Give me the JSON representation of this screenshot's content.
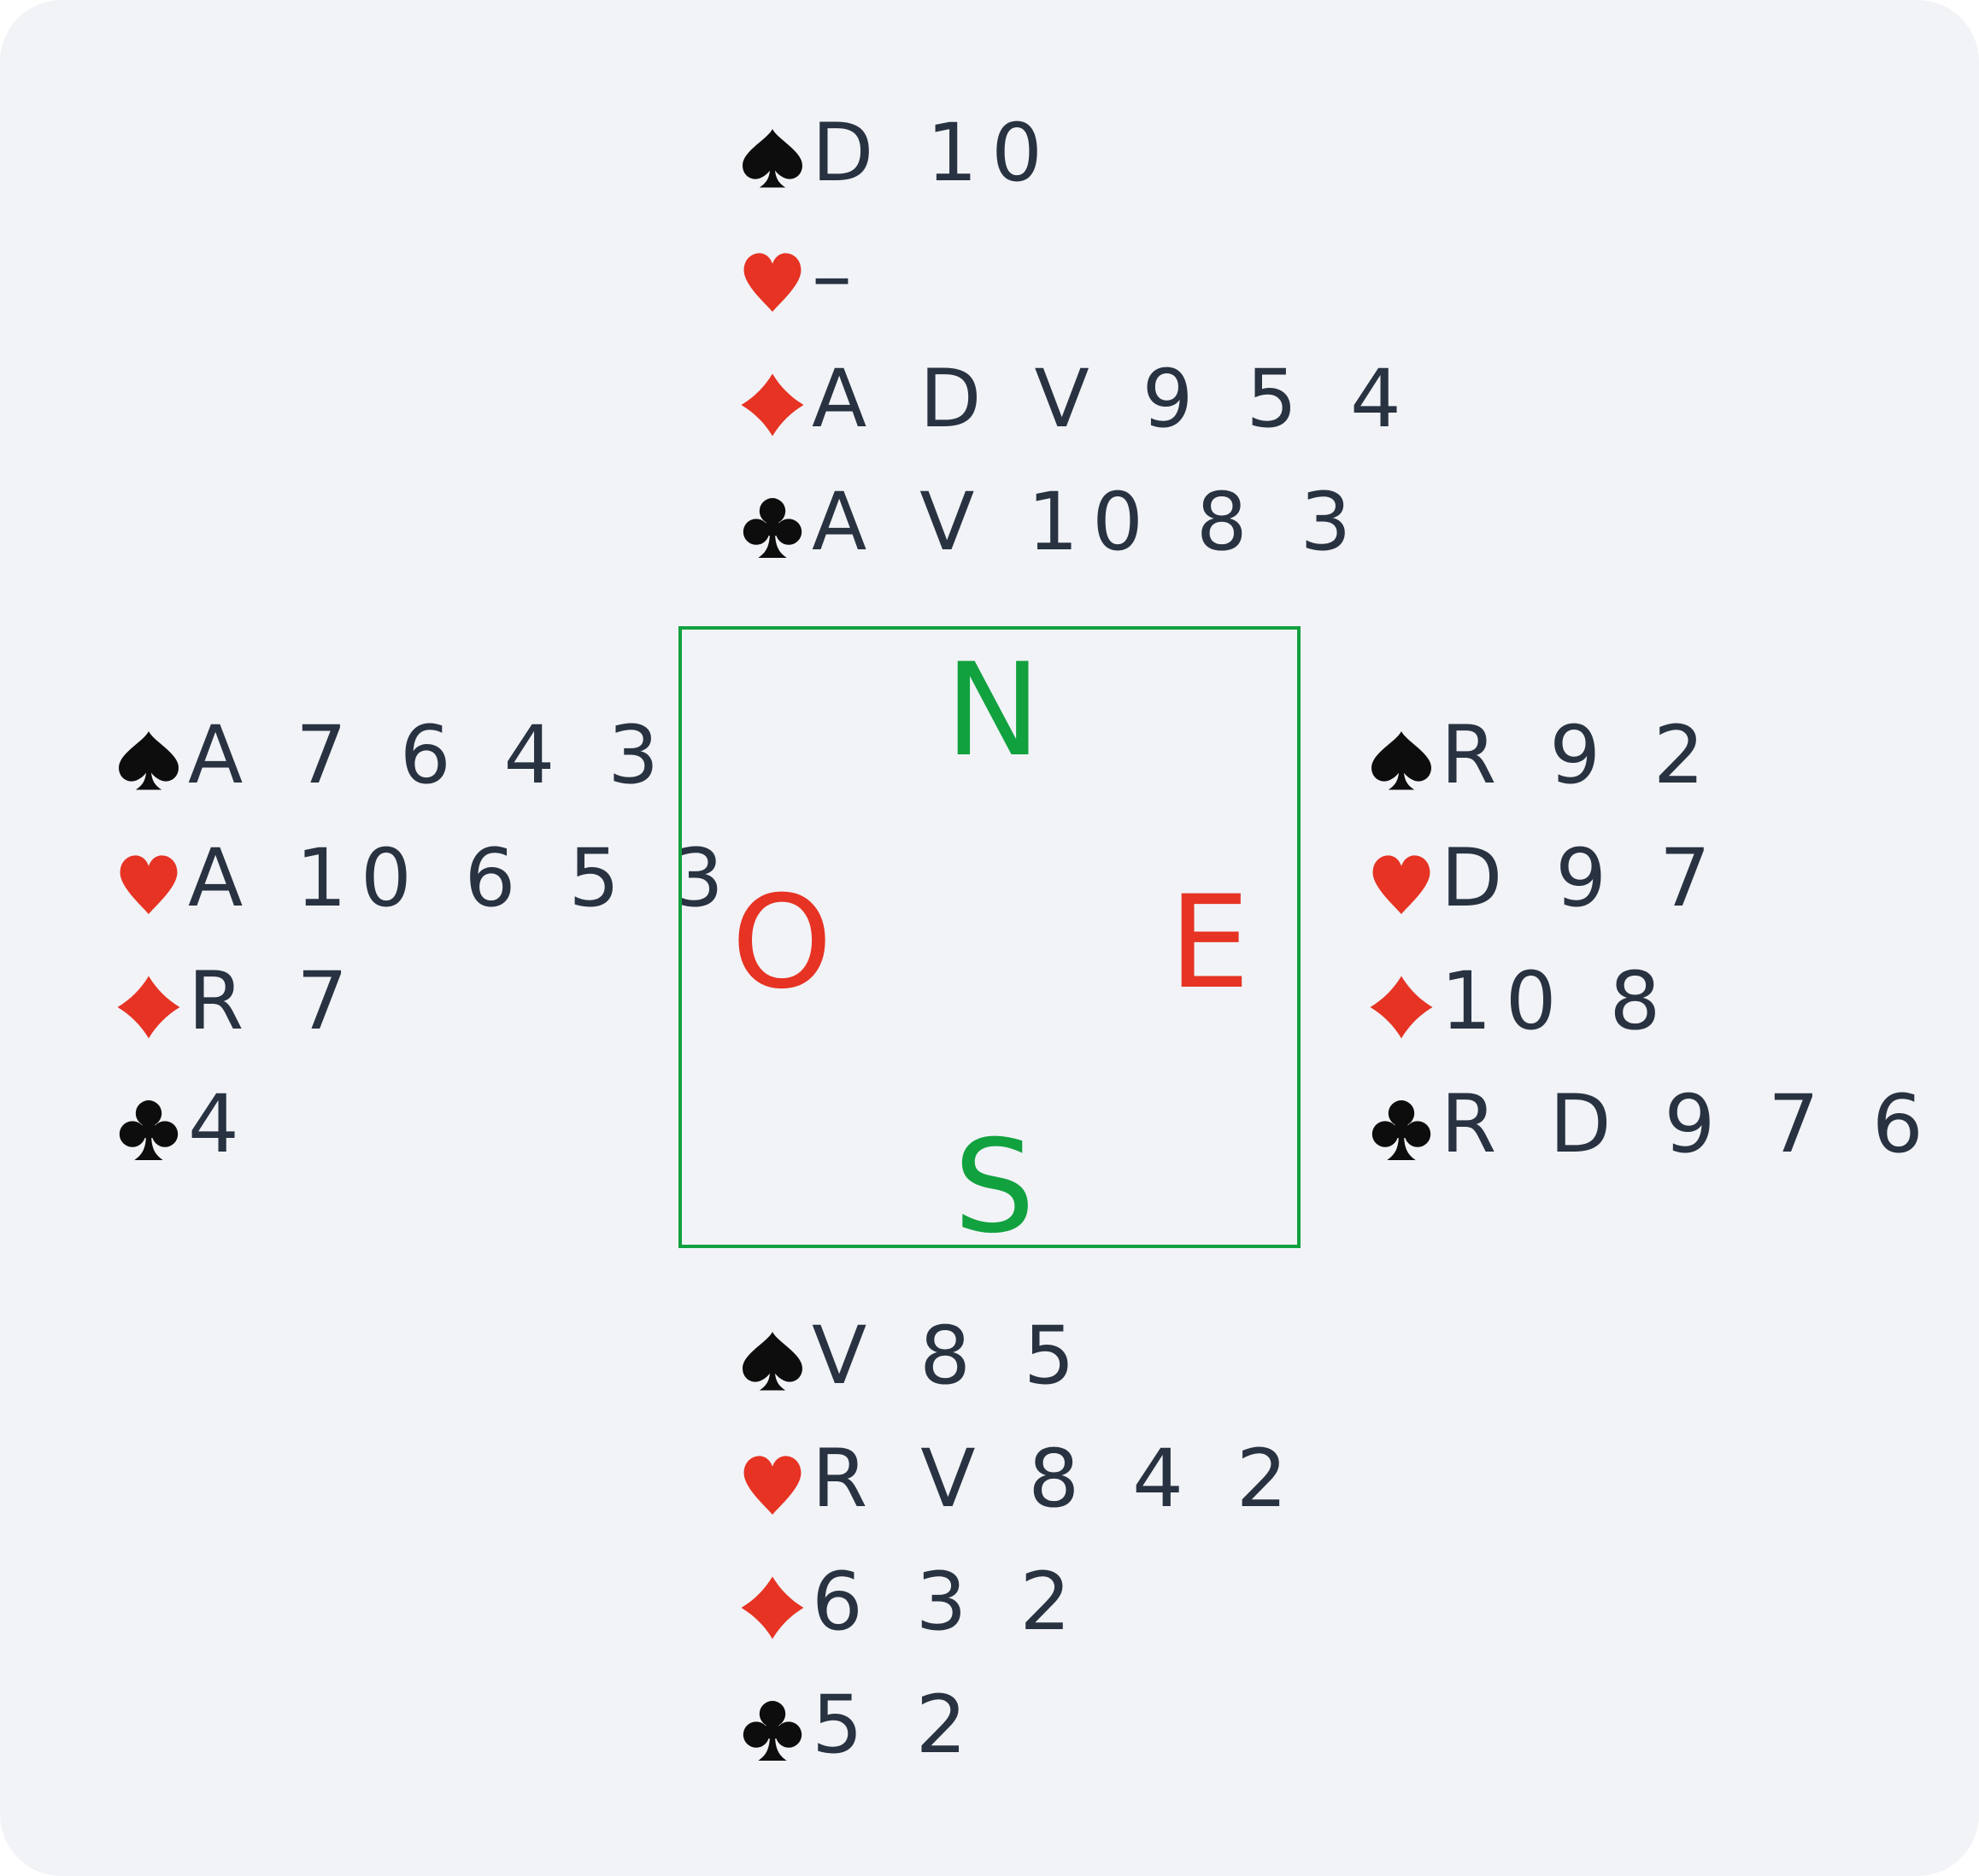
{
  "colors": {
    "background": "#f1f3f7",
    "text": "#283241",
    "black_suit": "#0d0d0d",
    "red_suit": "#e63323",
    "ns_green": "#12a13f",
    "eo_red": "#e63323"
  },
  "compass": {
    "north": "N",
    "south": "S",
    "east": "E",
    "west": "O"
  },
  "hands": {
    "north": {
      "spades": "D 10",
      "hearts": "–",
      "diamonds": "A D V 9 5 4",
      "clubs": "A V 10 8 3"
    },
    "west": {
      "spades": "A 7 6 4 3",
      "hearts": "A 10 6 5 3",
      "diamonds": "R 7",
      "clubs": "4"
    },
    "east": {
      "spades": "R 9 2",
      "hearts": "D 9 7",
      "diamonds": "10 8",
      "clubs": "R D 9 7 6"
    },
    "south": {
      "spades": "V 8 5",
      "hearts": "R V 8 4 2",
      "diamonds": "6 3 2",
      "clubs": "5 2"
    }
  },
  "suit_icons": [
    "spade-icon",
    "heart-icon",
    "diamond-icon",
    "club-icon"
  ]
}
